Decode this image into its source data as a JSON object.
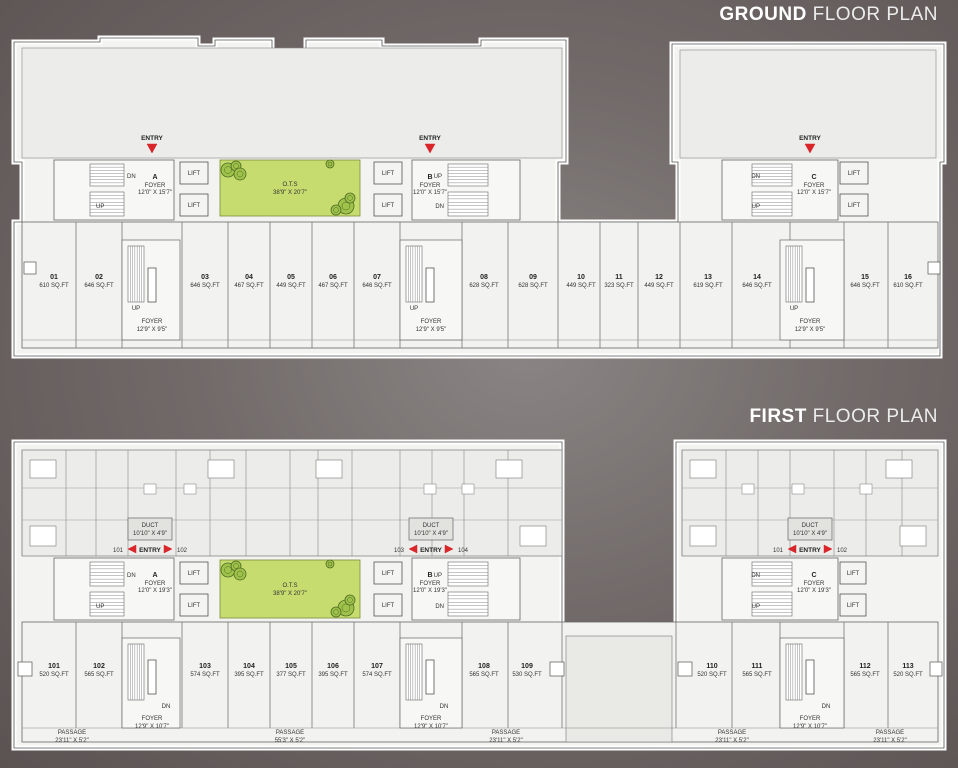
{
  "titles": {
    "ground_bold": "GROUND",
    "ground_light": "FLOOR PLAN",
    "first_bold": "FIRST",
    "first_light": "FLOOR PLAN"
  },
  "ground": {
    "entry_label": "ENTRY",
    "cores": [
      {
        "letter": "A",
        "foyer": "FOYER",
        "size": "12'0\" X 15'7\"",
        "up": "UP",
        "dn": "DN"
      },
      {
        "letter": "B",
        "foyer": "FOYER",
        "size": "12'0\" X 15'7\"",
        "up": "UP",
        "dn": "DN"
      },
      {
        "letter": "C",
        "foyer": "FOYER",
        "size": "12'0\" X 15'7\"",
        "up": "UP",
        "dn": "DN"
      }
    ],
    "lift": "LIFT",
    "ots": {
      "label": "O.T.S",
      "size": "38'9\" X 20'7\""
    },
    "units": [
      {
        "no": "01",
        "area": "610 SQ.FT"
      },
      {
        "no": "02",
        "area": "646 SQ.FT"
      },
      {
        "no": "03",
        "area": "646 SQ.FT"
      },
      {
        "no": "04",
        "area": "467 SQ.FT"
      },
      {
        "no": "05",
        "area": "449 SQ.FT"
      },
      {
        "no": "06",
        "area": "467 SQ.FT"
      },
      {
        "no": "07",
        "area": "646 SQ.FT"
      },
      {
        "no": "08",
        "area": "628 SQ.FT"
      },
      {
        "no": "09",
        "area": "628 SQ.FT"
      },
      {
        "no": "10",
        "area": "449 SQ.FT"
      },
      {
        "no": "11",
        "area": "323 SQ.FT"
      },
      {
        "no": "12",
        "area": "449 SQ.FT"
      },
      {
        "no": "13",
        "area": "619 SQ.FT"
      },
      {
        "no": "14",
        "area": "646 SQ.FT"
      },
      {
        "no": "15",
        "area": "646 SQ.FT"
      },
      {
        "no": "16",
        "area": "610 SQ.FT"
      }
    ],
    "foyers": [
      {
        "label": "FOYER",
        "size": "12'9\" X 9'5\"",
        "up": "UP"
      },
      {
        "label": "FOYER",
        "size": "12'9\" X 9'5\"",
        "up": "UP"
      },
      {
        "label": "FOYER",
        "size": "12'9\" X 9'5\"",
        "up": "UP"
      }
    ]
  },
  "first": {
    "entry_label": "ENTRY",
    "entries": [
      {
        "left": "101",
        "right": "102"
      },
      {
        "left": "103",
        "right": "104"
      },
      {
        "left": "101",
        "right": "102"
      }
    ],
    "duct": {
      "label": "DUCT",
      "size": "10'10\" X 4'9\""
    },
    "cores": [
      {
        "letter": "A",
        "foyer": "FOYER",
        "size": "12'0\" X 19'3\"",
        "up": "UP",
        "dn": "DN"
      },
      {
        "letter": "B",
        "foyer": "FOYER",
        "size": "12'0\" X 19'3\"",
        "up": "UP",
        "dn": "DN"
      },
      {
        "letter": "C",
        "foyer": "FOYER",
        "size": "12'0\" X 19'3\"",
        "up": "UP",
        "dn": "DN"
      }
    ],
    "lift": "LIFT",
    "ots": {
      "label": "O.T.S",
      "size": "38'9\" X 20'7\""
    },
    "units": [
      {
        "no": "101",
        "area": "520 SQ.FT"
      },
      {
        "no": "102",
        "area": "565 SQ.FT"
      },
      {
        "no": "103",
        "area": "574 SQ.FT"
      },
      {
        "no": "104",
        "area": "395 SQ.FT"
      },
      {
        "no": "105",
        "area": "377 SQ.FT"
      },
      {
        "no": "106",
        "area": "395 SQ.FT"
      },
      {
        "no": "107",
        "area": "574 SQ.FT"
      },
      {
        "no": "108",
        "area": "565 SQ.FT"
      },
      {
        "no": "109",
        "area": "530 SQ.FT"
      },
      {
        "no": "110",
        "area": "520 SQ.FT"
      },
      {
        "no": "111",
        "area": "565 SQ.FT"
      },
      {
        "no": "112",
        "area": "565 SQ.FT"
      },
      {
        "no": "113",
        "area": "520 SQ.FT"
      }
    ],
    "foyers": [
      {
        "label": "FOYER",
        "size": "12'9\" X 10'7\"",
        "dn": "DN"
      },
      {
        "label": "FOYER",
        "size": "12'9\" X 10'7\"",
        "dn": "DN"
      },
      {
        "label": "FOYER",
        "size": "12'9\" X 10'7\"",
        "dn": "DN"
      }
    ],
    "passages": [
      {
        "label": "PASSAGE",
        "size": "23'11\" X 5'2\""
      },
      {
        "label": "PASSAGE",
        "size": "55'3\" X 5'2\""
      },
      {
        "label": "PASSAGE",
        "size": "23'11\" X 5'2\""
      },
      {
        "label": "PASSAGE",
        "size": "23'11\" X 5'2\""
      },
      {
        "label": "PASSAGE",
        "size": "23'11\" X 5'2\""
      }
    ]
  }
}
